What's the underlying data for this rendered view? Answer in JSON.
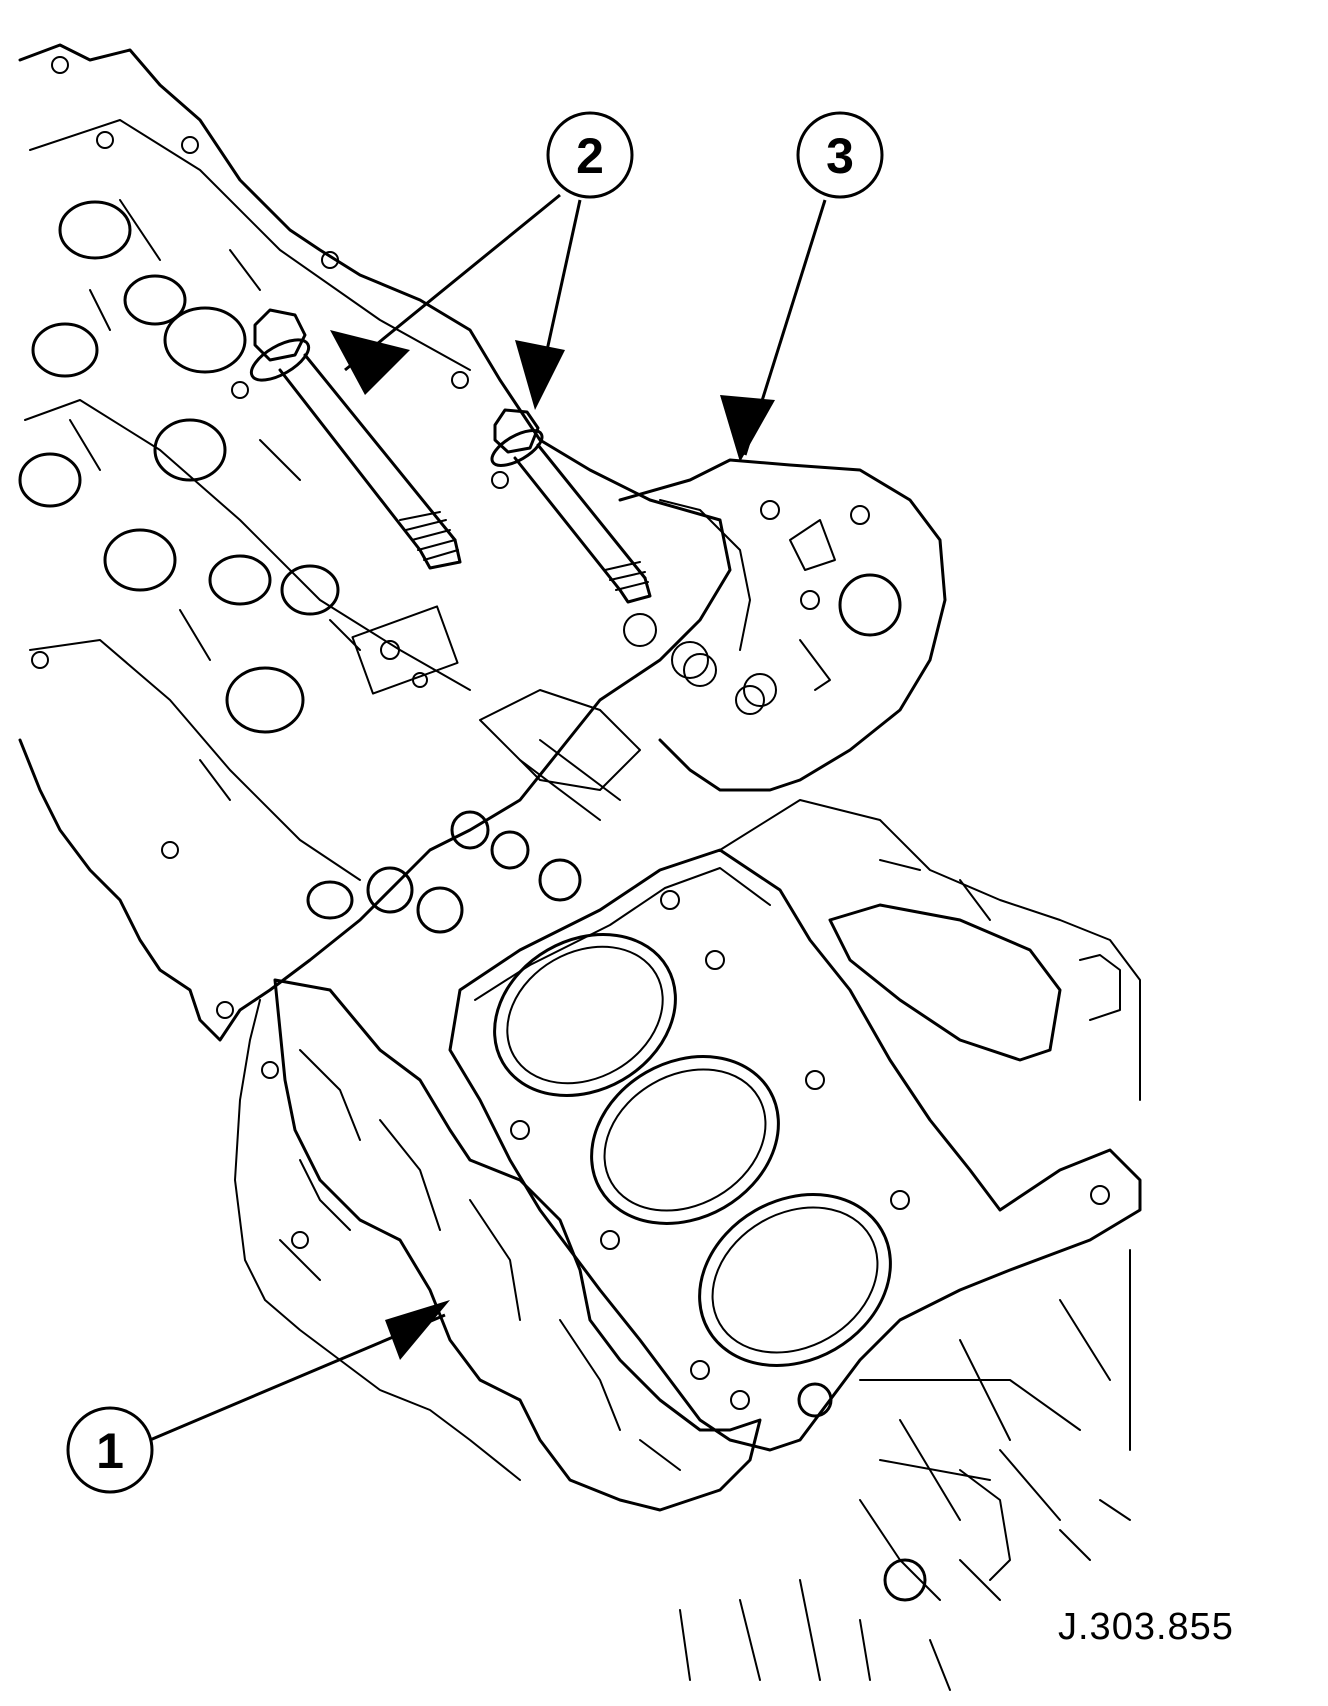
{
  "figure_ref": "J.303.855",
  "callouts": [
    {
      "id": "1",
      "label": "1"
    },
    {
      "id": "2",
      "label": "2"
    },
    {
      "id": "3",
      "label": "3"
    }
  ],
  "colors": {
    "line": "#000000",
    "background": "#ffffff"
  }
}
